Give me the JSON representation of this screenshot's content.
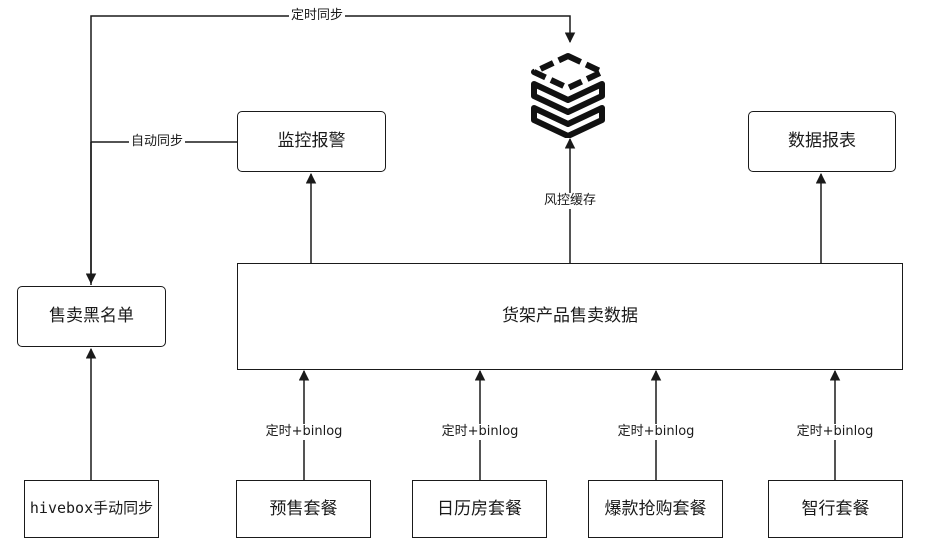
{
  "nodes": {
    "monitor_alert": "监控报警",
    "data_report": "数据报表",
    "sale_blacklist": "售卖黑名单",
    "shelf_product_data": "货架产品售卖数据",
    "hivebox_sync": "hivebox手动同步",
    "presale_package": "预售套餐",
    "calendar_room_package": "日历房套餐",
    "flash_sale_package": "爆款抢购套餐",
    "smart_travel_package": "智行套餐",
    "cache_icon": "database-stack-icon"
  },
  "edge_labels": {
    "scheduled_sync": "定时同步",
    "auto_sync": "自动同步",
    "risk_cache": "风控缓存",
    "binlog_1": "定时+binlog",
    "binlog_2": "定时+binlog",
    "binlog_3": "定时+binlog",
    "binlog_4": "定时+binlog"
  },
  "colors": {
    "stroke": "#1a1a1a",
    "background": "#ffffff"
  }
}
